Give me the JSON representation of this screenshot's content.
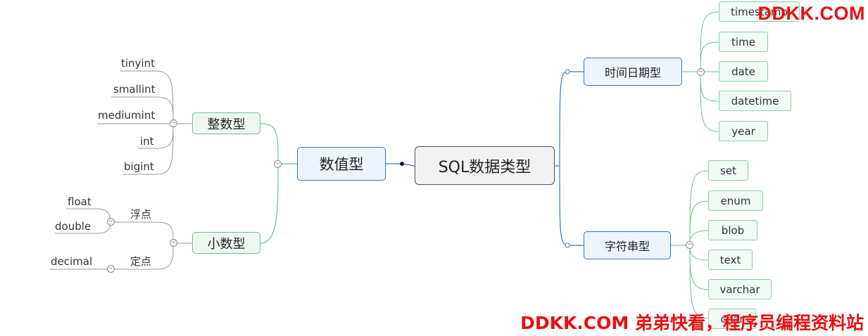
{
  "root": {
    "label": "SQL数据类型"
  },
  "numeric": {
    "label": "数值型",
    "integer": {
      "label": "整数型",
      "items": [
        "tinyint",
        "smallint",
        "mediumint",
        "int",
        "bigint"
      ]
    },
    "decimal_group": {
      "label": "小数型",
      "floating": {
        "label": "浮点",
        "items": [
          "float",
          "double"
        ]
      },
      "fixed": {
        "label": "定点",
        "items": [
          "decimal"
        ]
      }
    }
  },
  "datetime": {
    "label": "时间日期型",
    "items": [
      "timestamp",
      "time",
      "date",
      "datetime",
      "year"
    ]
  },
  "string": {
    "label": "字符串型",
    "items": [
      "set",
      "enum",
      "blob",
      "text",
      "varchar",
      "char"
    ]
  },
  "watermark": {
    "top": "DDKK.COM",
    "bottom": "DDKK.COM 弟弟快看，程序员编程资料站"
  },
  "colors": {
    "blue_line": "#3a78c0",
    "green_line": "#6cc08a",
    "gray_line": "#999999",
    "watermark": "#e81010"
  }
}
